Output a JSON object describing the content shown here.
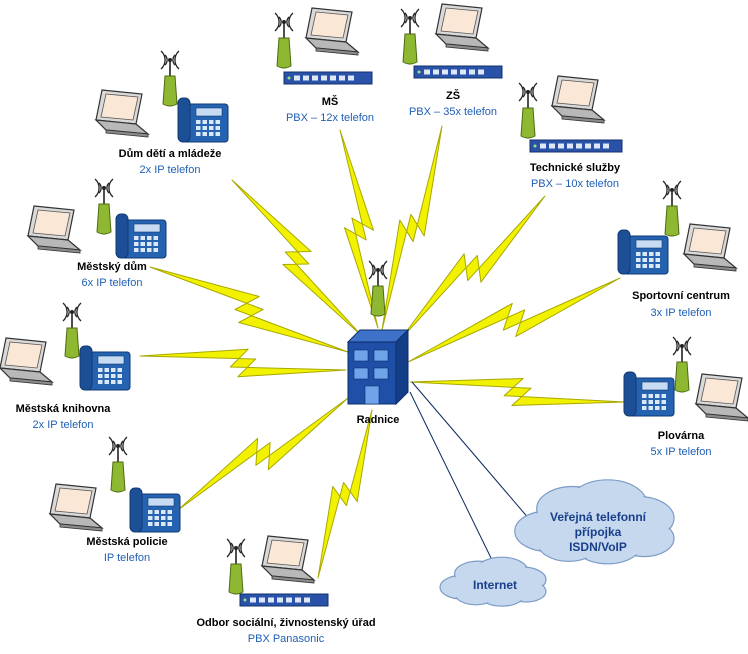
{
  "center": {
    "title": "Radnice"
  },
  "nodes": [
    {
      "id": "ms",
      "title": "MŠ",
      "sub": "PBX – 12x telefon"
    },
    {
      "id": "zs",
      "title": "ZŠ",
      "sub": "PBX – 35x telefon"
    },
    {
      "id": "technicke",
      "title": "Technické služby",
      "sub": "PBX – 10x telefon"
    },
    {
      "id": "sportovni",
      "title": "Sportovní centrum",
      "sub": "3x IP telefon"
    },
    {
      "id": "plovarna",
      "title": "Plovárna",
      "sub": "5x IP telefon"
    },
    {
      "id": "odbor",
      "title": "Odbor sociální, živnostenský úřad",
      "sub": "PBX Panasonic"
    },
    {
      "id": "policie",
      "title": "Městská policie",
      "sub": "IP telefon"
    },
    {
      "id": "knihovna",
      "title": "Městská knihovna",
      "sub": "2x IP telefon"
    },
    {
      "id": "dum",
      "title": "Městský dům",
      "sub": "6x IP telefon"
    },
    {
      "id": "ddm",
      "title": "Dům dětí a mládeže",
      "sub": "2x IP telefon"
    }
  ],
  "clouds": {
    "internet": {
      "label": "Internet"
    },
    "pstn": {
      "line1": "Veřejná telefonní",
      "line2": "přípojka",
      "line3": "ISDN/VoIP"
    }
  },
  "colors": {
    "bolt": "#f2f200",
    "bolt_stroke": "#a8a800",
    "antenna": "#8fb832",
    "phone": "#2563b0",
    "pbx": "#2a52a8",
    "laptop_screen": "#fbe7d6",
    "cloud_fill": "#c5d8ee",
    "building": "#1f4fa6",
    "link_line": "#0a2a5a"
  }
}
